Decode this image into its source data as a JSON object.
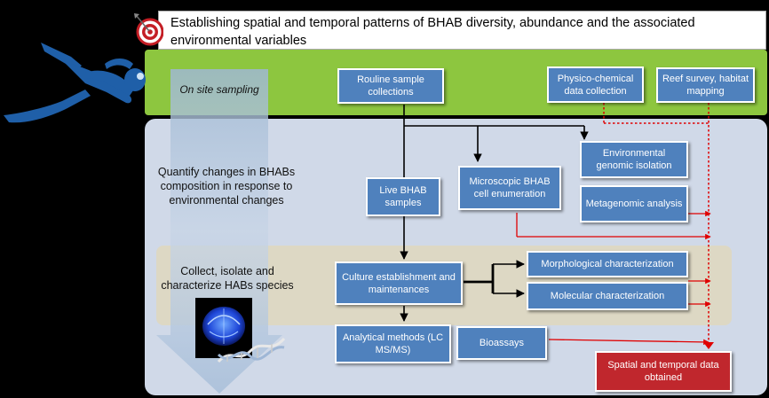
{
  "header": {
    "title": "Establishing spatial and temporal patterns of BHAB diversity, abundance and the associated environmental variables"
  },
  "side_labels": {
    "sampling": "On site sampling",
    "quantify": "Quantify changes in BHABs composition in response to environmental changes",
    "collect": "Collect, isolate and characterize HABs species"
  },
  "nodes": {
    "routine": "Rouline sample collections",
    "physico": "Physico-chemical data collection",
    "reef": "Reef survey, habitat mapping",
    "env_genomic": "Environmental genomic isolation",
    "metagenomic": "Metagenomic analysis",
    "live": "Live BHAB samples",
    "microscopic": "Microscopic BHAB cell enumeration",
    "culture": "Culture establishment and maintenances",
    "morph": "Morphological characterization",
    "molecular": "Molecular characterization",
    "analytical": "Analytical methods (LC MS/MS)",
    "bioassays": "Bioassays",
    "spatial": "Spatial and temporal data obtained"
  },
  "colors": {
    "node_blue": "#4f81bd",
    "result_red": "#c0272d",
    "band_green": "#8dc63f",
    "band_blue": "#d0d9e8",
    "band_beige": "#ddd8c4",
    "arrow_red": "#e00000"
  },
  "icons": {
    "target": "target-icon",
    "diver": "diver-icon",
    "jellyfish": "jellyfish-icon"
  }
}
